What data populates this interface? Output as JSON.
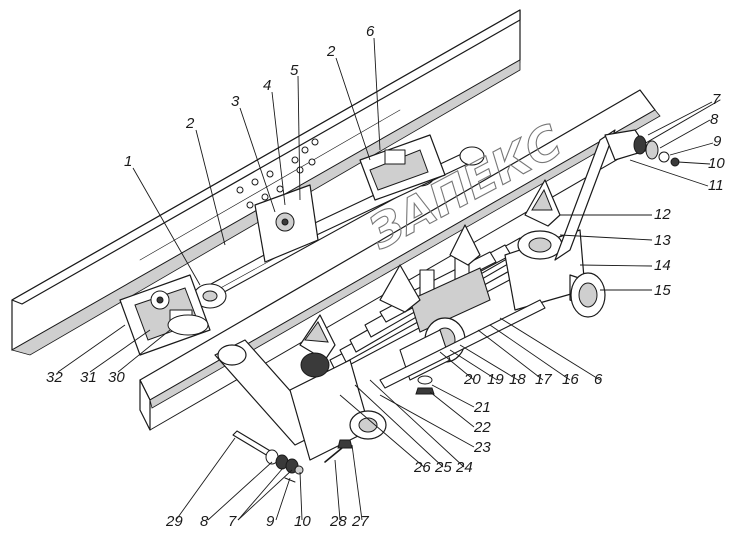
{
  "watermark": "ЗАПЕКС",
  "callouts": [
    {
      "id": "c1",
      "label": "1"
    },
    {
      "id": "c2a",
      "label": "2"
    },
    {
      "id": "c2b",
      "label": "2"
    },
    {
      "id": "c3",
      "label": "3"
    },
    {
      "id": "c4",
      "label": "4"
    },
    {
      "id": "c5",
      "label": "5"
    },
    {
      "id": "c6a",
      "label": "6"
    },
    {
      "id": "c6b",
      "label": "6"
    },
    {
      "id": "c7a",
      "label": "7"
    },
    {
      "id": "c7b",
      "label": "7"
    },
    {
      "id": "c8a",
      "label": "8"
    },
    {
      "id": "c8b",
      "label": "8"
    },
    {
      "id": "c9a",
      "label": "9"
    },
    {
      "id": "c9b",
      "label": "9"
    },
    {
      "id": "c10a",
      "label": "10"
    },
    {
      "id": "c10b",
      "label": "10"
    },
    {
      "id": "c11",
      "label": "11"
    },
    {
      "id": "c12",
      "label": "12"
    },
    {
      "id": "c13",
      "label": "13"
    },
    {
      "id": "c14",
      "label": "14"
    },
    {
      "id": "c15",
      "label": "15"
    },
    {
      "id": "c16",
      "label": "16"
    },
    {
      "id": "c17",
      "label": "17"
    },
    {
      "id": "c18",
      "label": "18"
    },
    {
      "id": "c19",
      "label": "19"
    },
    {
      "id": "c20",
      "label": "20"
    },
    {
      "id": "c21",
      "label": "21"
    },
    {
      "id": "c22",
      "label": "22"
    },
    {
      "id": "c23",
      "label": "23"
    },
    {
      "id": "c24",
      "label": "24"
    },
    {
      "id": "c25",
      "label": "25"
    },
    {
      "id": "c26",
      "label": "26"
    },
    {
      "id": "c27",
      "label": "27"
    },
    {
      "id": "c28",
      "label": "28"
    },
    {
      "id": "c29",
      "label": "29"
    },
    {
      "id": "c30",
      "label": "30"
    },
    {
      "id": "c31",
      "label": "31"
    },
    {
      "id": "c32",
      "label": "32"
    }
  ]
}
